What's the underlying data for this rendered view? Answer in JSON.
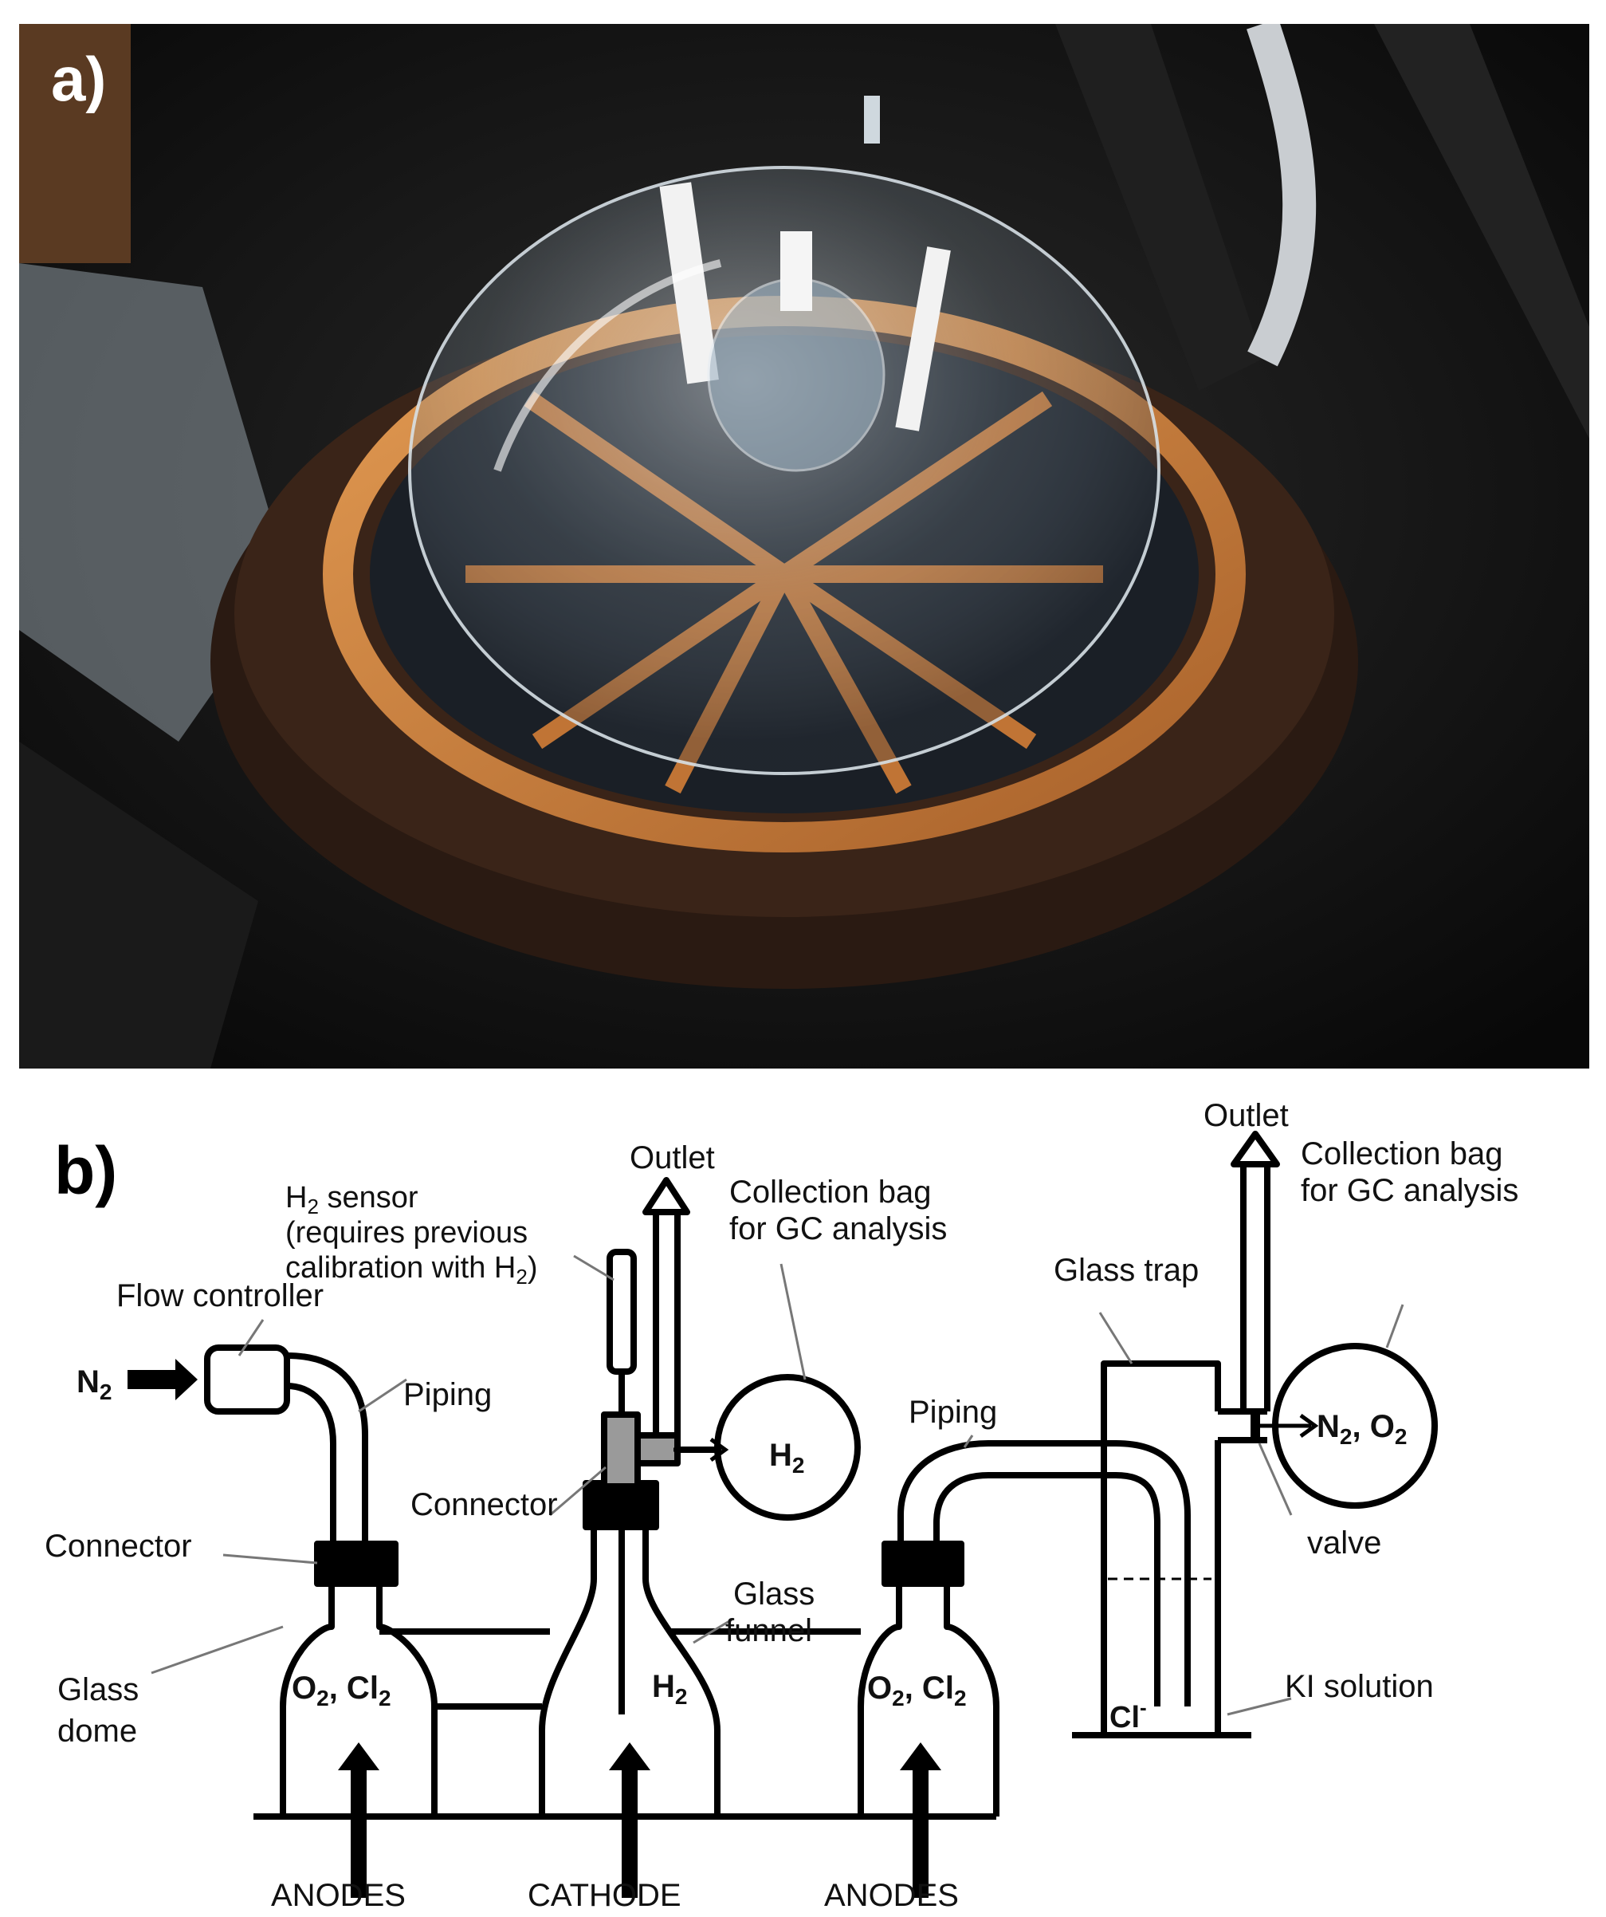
{
  "panels": {
    "a": {
      "label": "a)"
    },
    "b": {
      "label": "b)"
    }
  },
  "labels": {
    "outlet_middle": "Outlet",
    "outlet_right": "Outlet",
    "h2_sensor_line1": "H",
    "h2_sensor_sub": "2",
    "h2_sensor_rest": " sensor",
    "h2_sensor_line2": "(requires previous",
    "h2_sensor_line3_pre": "calibration with H",
    "h2_sensor_line3_sub": "2",
    "h2_sensor_line3_post": ")",
    "collection_bag_middle_l1": "Collection bag",
    "collection_bag_middle_l2": "for GC analysis",
    "collection_bag_right_l1": "Collection bag",
    "collection_bag_right_l2": "for GC analysis",
    "glass_trap": "Glass trap",
    "flow_controller": "Flow controller",
    "piping_left": "Piping",
    "piping_right": "Piping",
    "n2_inlet": "N",
    "n2_inlet_sub": "2",
    "connector_middle": "Connector",
    "connector_left": "Connector",
    "h2_bag": "H",
    "h2_bag_sub": "2",
    "n2_o2_pre": "N",
    "n2_o2_sub1": "2",
    "n2_o2_mid": ", O",
    "n2_o2_sub2": "2",
    "valve": "valve",
    "glass_funnel_l1": "Glass",
    "glass_funnel_l2": "funnel",
    "ki_solution": "KI solution",
    "glass_dome_l1": "Glass",
    "glass_dome_l2": "dome",
    "dome_left_pre": "O",
    "dome_left_sub1": "2",
    "dome_left_mid": ", Cl",
    "dome_left_sub2": "2",
    "dome_right_pre": "O",
    "dome_right_sub1": "2",
    "dome_right_mid": ", Cl",
    "dome_right_sub2": "2",
    "funnel_h2": "H",
    "funnel_h2_sub": "2",
    "cl_minus": "Cl",
    "cl_minus_sup": "-",
    "anodes_left": "ANODES",
    "cathode": "CATHODE",
    "anodes_right": "ANODES"
  },
  "colors": {
    "photo_background": "#151515",
    "wood_ring": "#c97a3a",
    "base_dark": "#3a2418",
    "line": "#000000",
    "connector_gray": "#9a9a9a"
  }
}
